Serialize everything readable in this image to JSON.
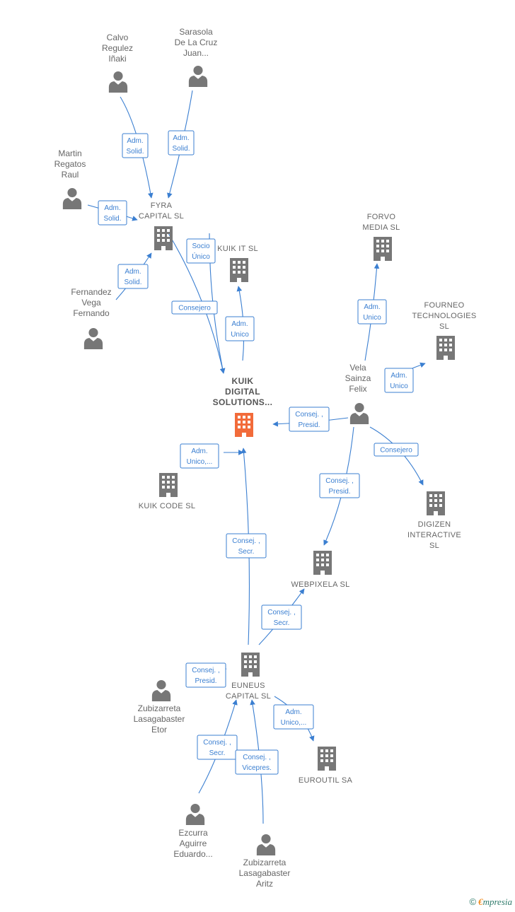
{
  "colors": {
    "edge": "#3b7fd1",
    "node": "#777777",
    "main_node": "#f26b3a"
  },
  "nodes": [
    {
      "id": "calvo",
      "type": "person",
      "label": [
        "Calvo",
        "Regulez",
        "Iñaki"
      ]
    },
    {
      "id": "sarasola",
      "type": "person",
      "label": [
        "Sarasola",
        "De La Cruz",
        "Juan..."
      ]
    },
    {
      "id": "martin",
      "type": "person",
      "label": [
        "Martin",
        "Regatos",
        "Raul"
      ]
    },
    {
      "id": "fyra",
      "type": "company",
      "label": [
        "FYRA",
        "CAPITAL  SL"
      ]
    },
    {
      "id": "fernandez",
      "type": "person",
      "label": [
        "Fernandez",
        "Vega",
        "Fernando"
      ]
    },
    {
      "id": "kuikit",
      "type": "company",
      "label": [
        "KUIK IT  SL"
      ]
    },
    {
      "id": "forvo",
      "type": "company",
      "label": [
        "FORVO",
        "MEDIA SL"
      ]
    },
    {
      "id": "fourneo",
      "type": "company",
      "label": [
        "FOURNEO",
        "TECHNOLOGIES",
        "SL"
      ]
    },
    {
      "id": "vela",
      "type": "person",
      "label": [
        "Vela",
        "Sainza",
        "Felix"
      ]
    },
    {
      "id": "kuikdigital",
      "type": "main",
      "label": [
        "KUIK",
        "DIGITAL",
        "SOLUTIONS..."
      ]
    },
    {
      "id": "kuikcode",
      "type": "company",
      "label": [
        "KUIK CODE  SL"
      ]
    },
    {
      "id": "digizen",
      "type": "company",
      "label": [
        "DIGIZEN",
        "INTERACTIVE",
        "SL"
      ]
    },
    {
      "id": "webpixela",
      "type": "company",
      "label": [
        "WEBPIXELA SL"
      ]
    },
    {
      "id": "euneus",
      "type": "company",
      "label": [
        "EUNEUS",
        "CAPITAL  SL"
      ]
    },
    {
      "id": "zubietor",
      "type": "person",
      "label": [
        "Zubizarreta",
        "Lasagabaster",
        "Etor"
      ]
    },
    {
      "id": "euroutil",
      "type": "company",
      "label": [
        "EUROUTIL SA"
      ]
    },
    {
      "id": "ezcurra",
      "type": "person",
      "label": [
        "Ezcurra",
        "Aguirre",
        "Eduardo..."
      ]
    },
    {
      "id": "zubiaritz",
      "type": "person",
      "label": [
        "Zubizarreta",
        "Lasagabaster",
        "Aritz"
      ]
    }
  ],
  "edges": [
    {
      "from": "calvo",
      "to": "fyra",
      "label": [
        "Adm.",
        "Solid."
      ]
    },
    {
      "from": "sarasola",
      "to": "fyra",
      "label": [
        "Adm.",
        "Solid."
      ]
    },
    {
      "from": "martin",
      "to": "fyra",
      "label": [
        "Adm.",
        "Solid."
      ]
    },
    {
      "from": "fernandez",
      "to": "fyra",
      "label": [
        "Adm.",
        "Solid."
      ]
    },
    {
      "from": "kuikit",
      "to": "kuikdigital",
      "label": [
        "Socio",
        "Único"
      ]
    },
    {
      "from": "fyra",
      "to": "kuikdigital",
      "label": [
        "Consejero"
      ]
    },
    {
      "from": "kuikdigital",
      "to": "kuikit",
      "label": [
        "Adm.",
        "Unico"
      ]
    },
    {
      "from": "vela",
      "to": "forvo",
      "label": [
        "Adm.",
        "Unico"
      ]
    },
    {
      "from": "vela",
      "to": "fourneo",
      "label": [
        "Adm.",
        "Unico"
      ]
    },
    {
      "from": "vela",
      "to": "kuikdigital",
      "label": [
        "Consej. ,",
        "Presid."
      ]
    },
    {
      "from": "vela",
      "to": "digizen",
      "label": [
        "Consejero"
      ]
    },
    {
      "from": "vela",
      "to": "webpixela",
      "label": [
        "Consej. ,",
        "Presid."
      ]
    },
    {
      "from": "kuikcode",
      "to": "kuikdigital",
      "label": [
        "Adm.",
        "Unico,..."
      ]
    },
    {
      "from": "euneus",
      "to": "kuikdigital",
      "label": [
        "Consej. ,",
        "Secr."
      ]
    },
    {
      "from": "euneus",
      "to": "webpixela",
      "label": [
        "Consej. ,",
        "Secr."
      ]
    },
    {
      "from": "zubietor",
      "to": "euneus",
      "label": [
        "Consej. ,",
        "Presid."
      ]
    },
    {
      "from": "euneus",
      "to": "euroutil",
      "label": [
        "Adm.",
        "Unico,..."
      ]
    },
    {
      "from": "ezcurra",
      "to": "euneus",
      "label": [
        "Consej. ,",
        "Secr."
      ]
    },
    {
      "from": "zubiaritz",
      "to": "euneus",
      "label": [
        "Consej. ,",
        "Vicepres."
      ]
    }
  ],
  "footer": {
    "copyright": "©",
    "brand_first": "€",
    "brand_rest": "mpresia"
  }
}
